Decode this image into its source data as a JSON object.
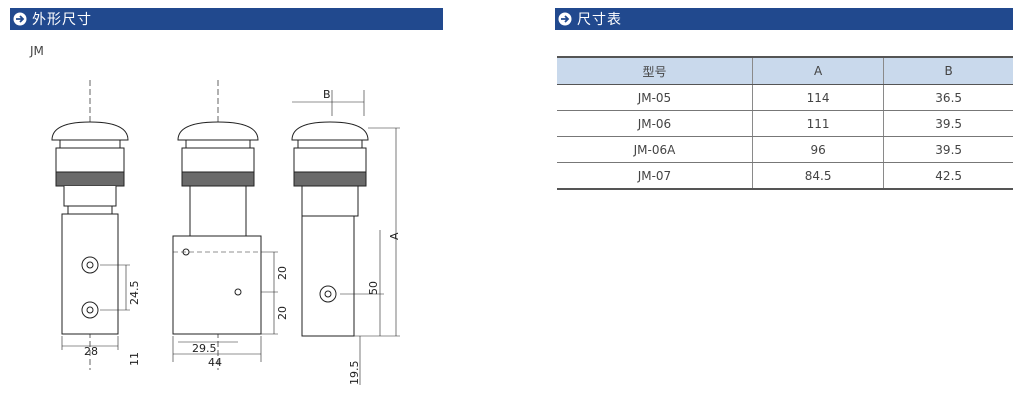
{
  "left_section": {
    "title": "外形尺寸",
    "model": "JM"
  },
  "right_section": {
    "title": "尺寸表"
  },
  "drawing": {
    "dims": {
      "width_28": "28",
      "pitch_24_5": "24.5",
      "offset_11": "11",
      "width_29_5": "29.5",
      "width_44": "44",
      "h_20_a": "20",
      "h_20_b": "20",
      "h_50": "50",
      "bottom_19_5": "19.5",
      "label_a": "A",
      "label_b": "B"
    }
  },
  "table": {
    "headers": [
      "型号",
      "A",
      "B"
    ],
    "rows": [
      [
        "JM-05",
        "114",
        "36.5"
      ],
      [
        "JM-06",
        "111",
        "39.5"
      ],
      [
        "JM-06A",
        "96",
        "39.5"
      ],
      [
        "JM-07",
        "84.5",
        "42.5"
      ]
    ]
  },
  "colors": {
    "bar": "#21498e",
    "table_header": "#c9d9ec"
  }
}
